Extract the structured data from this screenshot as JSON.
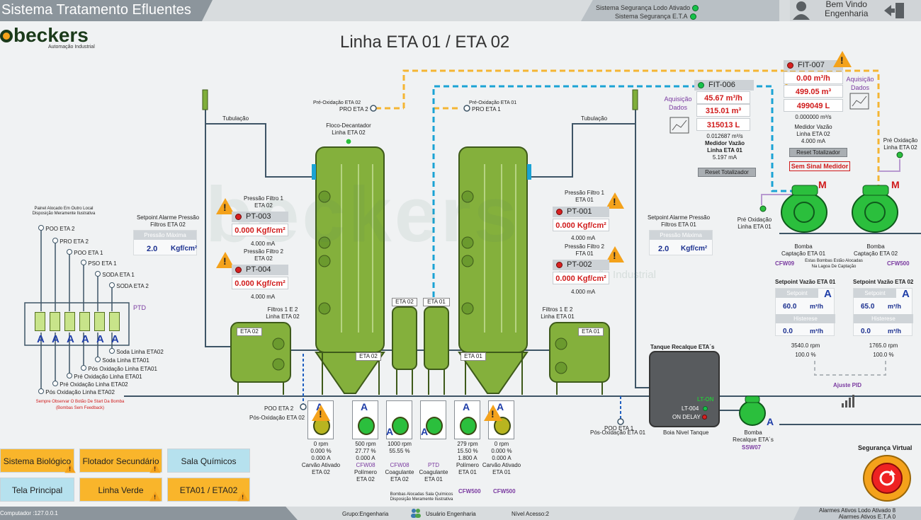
{
  "header": {
    "title": "Sistema Tratamento Efluentes",
    "sys_status": [
      {
        "label": "Sistema Segurança Lodo Ativado",
        "state": "ok"
      },
      {
        "label": "Sistema Segurança E.T.A",
        "state": "ok"
      }
    ],
    "welcome": "Bem Vindo",
    "user_group": "Engenharia"
  },
  "logo": {
    "name": "beckers",
    "subtitle": "Automação Industrial"
  },
  "page_title": "Linha ETA 01 / ETA 02",
  "watermark": {
    "name": "beckers",
    "subtitle": "Automação Industrial"
  },
  "left_panel": {
    "title_line1": "Painel Alocado Em Outro Local",
    "title_line2": "Disposição Meramente Ilustrativa",
    "top_items": [
      "POO ETA 2",
      "PRO ETA 2",
      "POO ETA 1",
      "PSO ETA 1",
      "SODA ETA 1",
      "SODA ETA 2"
    ],
    "bottom_items": [
      "Soda Linha ETA02",
      "Soda Linha ETA01",
      "Pós Oxidação Linha ETA01",
      "Pré Oxidação Linha ETA01",
      "Pré Oxidação Linha ETA02",
      "Pós Oxidação Linha ETA02"
    ],
    "ptd_label": "PTD",
    "cell_a": "A",
    "warning_line1": "Sempre Observar O Botão De Start Da Bomba",
    "warning_line2": "(Bombas Sem Feedback)"
  },
  "labels": {
    "tubulacao": "Tubulação",
    "pre_ox_eta2": "Pré-Oxidação ETA 02",
    "pro_eta2": "PRO ETA 2",
    "pre_ox_eta1": "Pré-Oxidação ETA 01",
    "pro_eta1": "PRO ETA 1",
    "floco_line1": "Floco-Decantador",
    "floco_line2": "Linha ETA 02",
    "filtros_eta2_line1": "Filtros 1 E 2",
    "filtros_eta2_line2": "Linha ETA 02",
    "filtros_eta1_line1": "Filtros 1 E 2",
    "filtros_eta1_line2": "Linha ETA 01",
    "eta02": "ETA 02",
    "eta01": "ETA 01",
    "poo_eta2": "POO ETA 2",
    "pos_ox_eta02": "Pós-Oxidação ETA 02",
    "poo_eta1": "POO ETA 1",
    "pos_ox_eta01": "Pós-Oxidação ETA 01",
    "tanque_recalque": "Tanque Recalque ETA´s",
    "lt_on": "LT-ON",
    "lt004": "LT-004",
    "on_delay": "ON DELAY",
    "boia": "Boia Nivel Tanque",
    "bomba_recalque_line1": "Bomba",
    "bomba_recalque_line2": "Recalque ETA´s",
    "ssw07": "SSW07",
    "bombas_alocadas_line1": "Bombas Alocadas Sala Químicos",
    "bombas_alocadas_line2": "Disposição Meramente Ilustrativa",
    "pre_ox_linha_eta01_line1": "Pré Oxidação",
    "pre_ox_linha_eta01_line2": "Linha ETA 01",
    "pre_ox_linha_eta02_line1": "Pré Oxidação",
    "pre_ox_linha_eta02_line2": "Linha ETA 02",
    "captacao_eta01_line1": "Bomba",
    "captacao_eta01_line2": "Captação ETA 01",
    "captacao_eta02_line1": "Bomba",
    "captacao_eta02_line2": "Captação ETA 02",
    "cfw09": "CFW09",
    "cfw500": "CFW500",
    "estas_bombas_line1": "Estas Bombas Estão Alocadas",
    "estas_bombas_line2": "Na Lagoa De Captação",
    "motor_m": "M",
    "aquisicao_line1": "Aquisição",
    "aquisicao_line2": "Dados",
    "ajuste_pid": "Ajuste PID",
    "seguranca_virtual": "Segurança Virtual",
    "ptd": "PTD",
    "cfw500_bottom1": "CFW500",
    "cfw500_bottom2": "CFW500"
  },
  "sensors": {
    "pt003": {
      "title_line1": "Pressão Filtro 1",
      "title_line2": "ETA 02",
      "tag": "PT-003",
      "value": "0.000 Kgf/cm²",
      "ma": "4.000 mA"
    },
    "pt004": {
      "title_line1": "Pressão Filtro 2",
      "title_line2": "ETA 02",
      "tag": "PT-004",
      "value": "0.000 Kgf/cm²",
      "ma": "4.000 mA"
    },
    "pt001": {
      "title_line1": "Pressão Filtro 1",
      "title_line2": "ETA 01",
      "tag": "PT-001",
      "value": "0.000 Kgf/cm²",
      "ma": "4.000 mA"
    },
    "pt002": {
      "title_line1": "Pressão Filtro 2",
      "title_line2": "FTA 01",
      "tag": "PT-002",
      "value": "0.000 Kgf/cm²",
      "ma": "4.000 mA"
    }
  },
  "setpoint_pressure_eta02": {
    "title_line1": "Setpoint Alarme Pressão",
    "title_line2": "Filtros ETA 02",
    "label": "Pressão Máxima",
    "value": "2.0",
    "unit": "Kgf/cm²"
  },
  "setpoint_pressure_eta01": {
    "title_line1": "Setpoint Alarme Pressão",
    "title_line2": "Filtros ETA 01",
    "label": "Pressão Máxima",
    "value": "2.0",
    "unit": "Kgf/cm²"
  },
  "fit006": {
    "tag": "FIT-006",
    "flow": "45.67 m³/h",
    "total_m3": "315.01 m³",
    "total_l": "315013 L",
    "rate": "0.012687 m³/s",
    "name_line1": "Medidor Vazão",
    "name_line2": "Linha ETA 01",
    "ma": "5.197 mA",
    "reset": "Reset Totalizador"
  },
  "fit007": {
    "tag": "FIT-007",
    "flow": "0.00 m³/h",
    "total_m3": "499.05 m³",
    "total_l": "499049 L",
    "rate": "0.000000 m³/s",
    "name_line1": "Medidor Vazão",
    "name_line2": "Linha ETA 02",
    "ma": "4.000 mA",
    "reset": "Reset Totalizador",
    "alarm": "Sem Sinal Medidor"
  },
  "flow_setpoint_eta01": {
    "title": "Setpoint Vazão ETA 01",
    "sp_label": "Setpoint",
    "sp_value": "60.0",
    "sp_unit": "m³/h",
    "hyst_label": "Histerese",
    "hyst_value": "0.0",
    "hyst_unit": "m³/h",
    "rpm": "3540.0 rpm",
    "pct": "100.0 %",
    "mode": "A"
  },
  "flow_setpoint_eta02": {
    "title": "Setpoint Vazão ETA 02",
    "sp_label": "Setpoint",
    "sp_value": "65.0",
    "sp_unit": "m³/h",
    "hyst_label": "Histerese",
    "hyst_value": "0.0",
    "hyst_unit": "m³/h",
    "rpm": "1765.0 rpm",
    "pct": "100.0 %",
    "mode": "A"
  },
  "dosing_pumps": [
    {
      "mode": "A",
      "rpm": "0 rpm",
      "pct": "0.000 %",
      "amp": "0.000 A",
      "name_line1": "Carvão Ativado",
      "name_line2": "ETA 02",
      "warn": true,
      "color": "#b8b520"
    },
    {
      "mode": "A",
      "rpm": "500 rpm",
      "pct": "27.77 %",
      "amp": "0.000 A",
      "name_line1": "CFW08",
      "name_line2": "Polímero",
      "name_line3": "ETA 02",
      "warn": false,
      "color": "#2bbf3d"
    },
    {
      "mode": "A",
      "rpm": "1000 rpm",
      "pct": "55.55 %",
      "amp": "",
      "name_line1": "CFW08",
      "name_line2": "Coagulante",
      "name_line3": "ETA 02",
      "warn": false,
      "color": "#2bbf3d"
    },
    {
      "mode": "A",
      "rpm": "",
      "pct": "",
      "amp": "",
      "name_line1": "PTD",
      "name_line2": "Coagulante",
      "name_line3": "ETA 01",
      "warn": false,
      "color": "#2bbf3d"
    },
    {
      "mode": "A",
      "rpm": "279 rpm",
      "pct": "15.50 %",
      "amp": "1.800 A",
      "name_line1": "Polímero",
      "name_line2": "ETA 01",
      "warn": false,
      "color": "#2bbf3d"
    },
    {
      "mode": "A",
      "rpm": "0 rpm",
      "pct": "0.000 %",
      "amp": "0.000 A",
      "name_line1": "Carvão Ativado",
      "name_line2": "ETA 01",
      "warn": true,
      "color": "#b8b520"
    }
  ],
  "nav": {
    "sistema_biologico": "Sistema Biológico",
    "flotador_secundario": "Flotador Secundário",
    "sala_quimicos": "Sala Químicos",
    "tela_principal": "Tela Principal",
    "linha_verde": "Linha Verde",
    "eta01_eta02": "ETA01 / ETA02"
  },
  "footer": {
    "computer": "Computador :127.0.0.1",
    "group": "Grupo:Engenharia",
    "user": "Usuário Engenharia",
    "access": "Nível Acesso:2",
    "alarm1": "Alarmes Ativos Lodo Ativado 8",
    "alarm2": "Alarmes Ativos E.T.A 0"
  },
  "colors": {
    "tank": "#7fae3a",
    "pipe_orange": "#f5b533",
    "pipe_cyan": "#1aa3d4",
    "pipe_gray": "#3e5566",
    "accent_blue": "#1f3ea8",
    "alarm_red": "#d01a1a"
  }
}
